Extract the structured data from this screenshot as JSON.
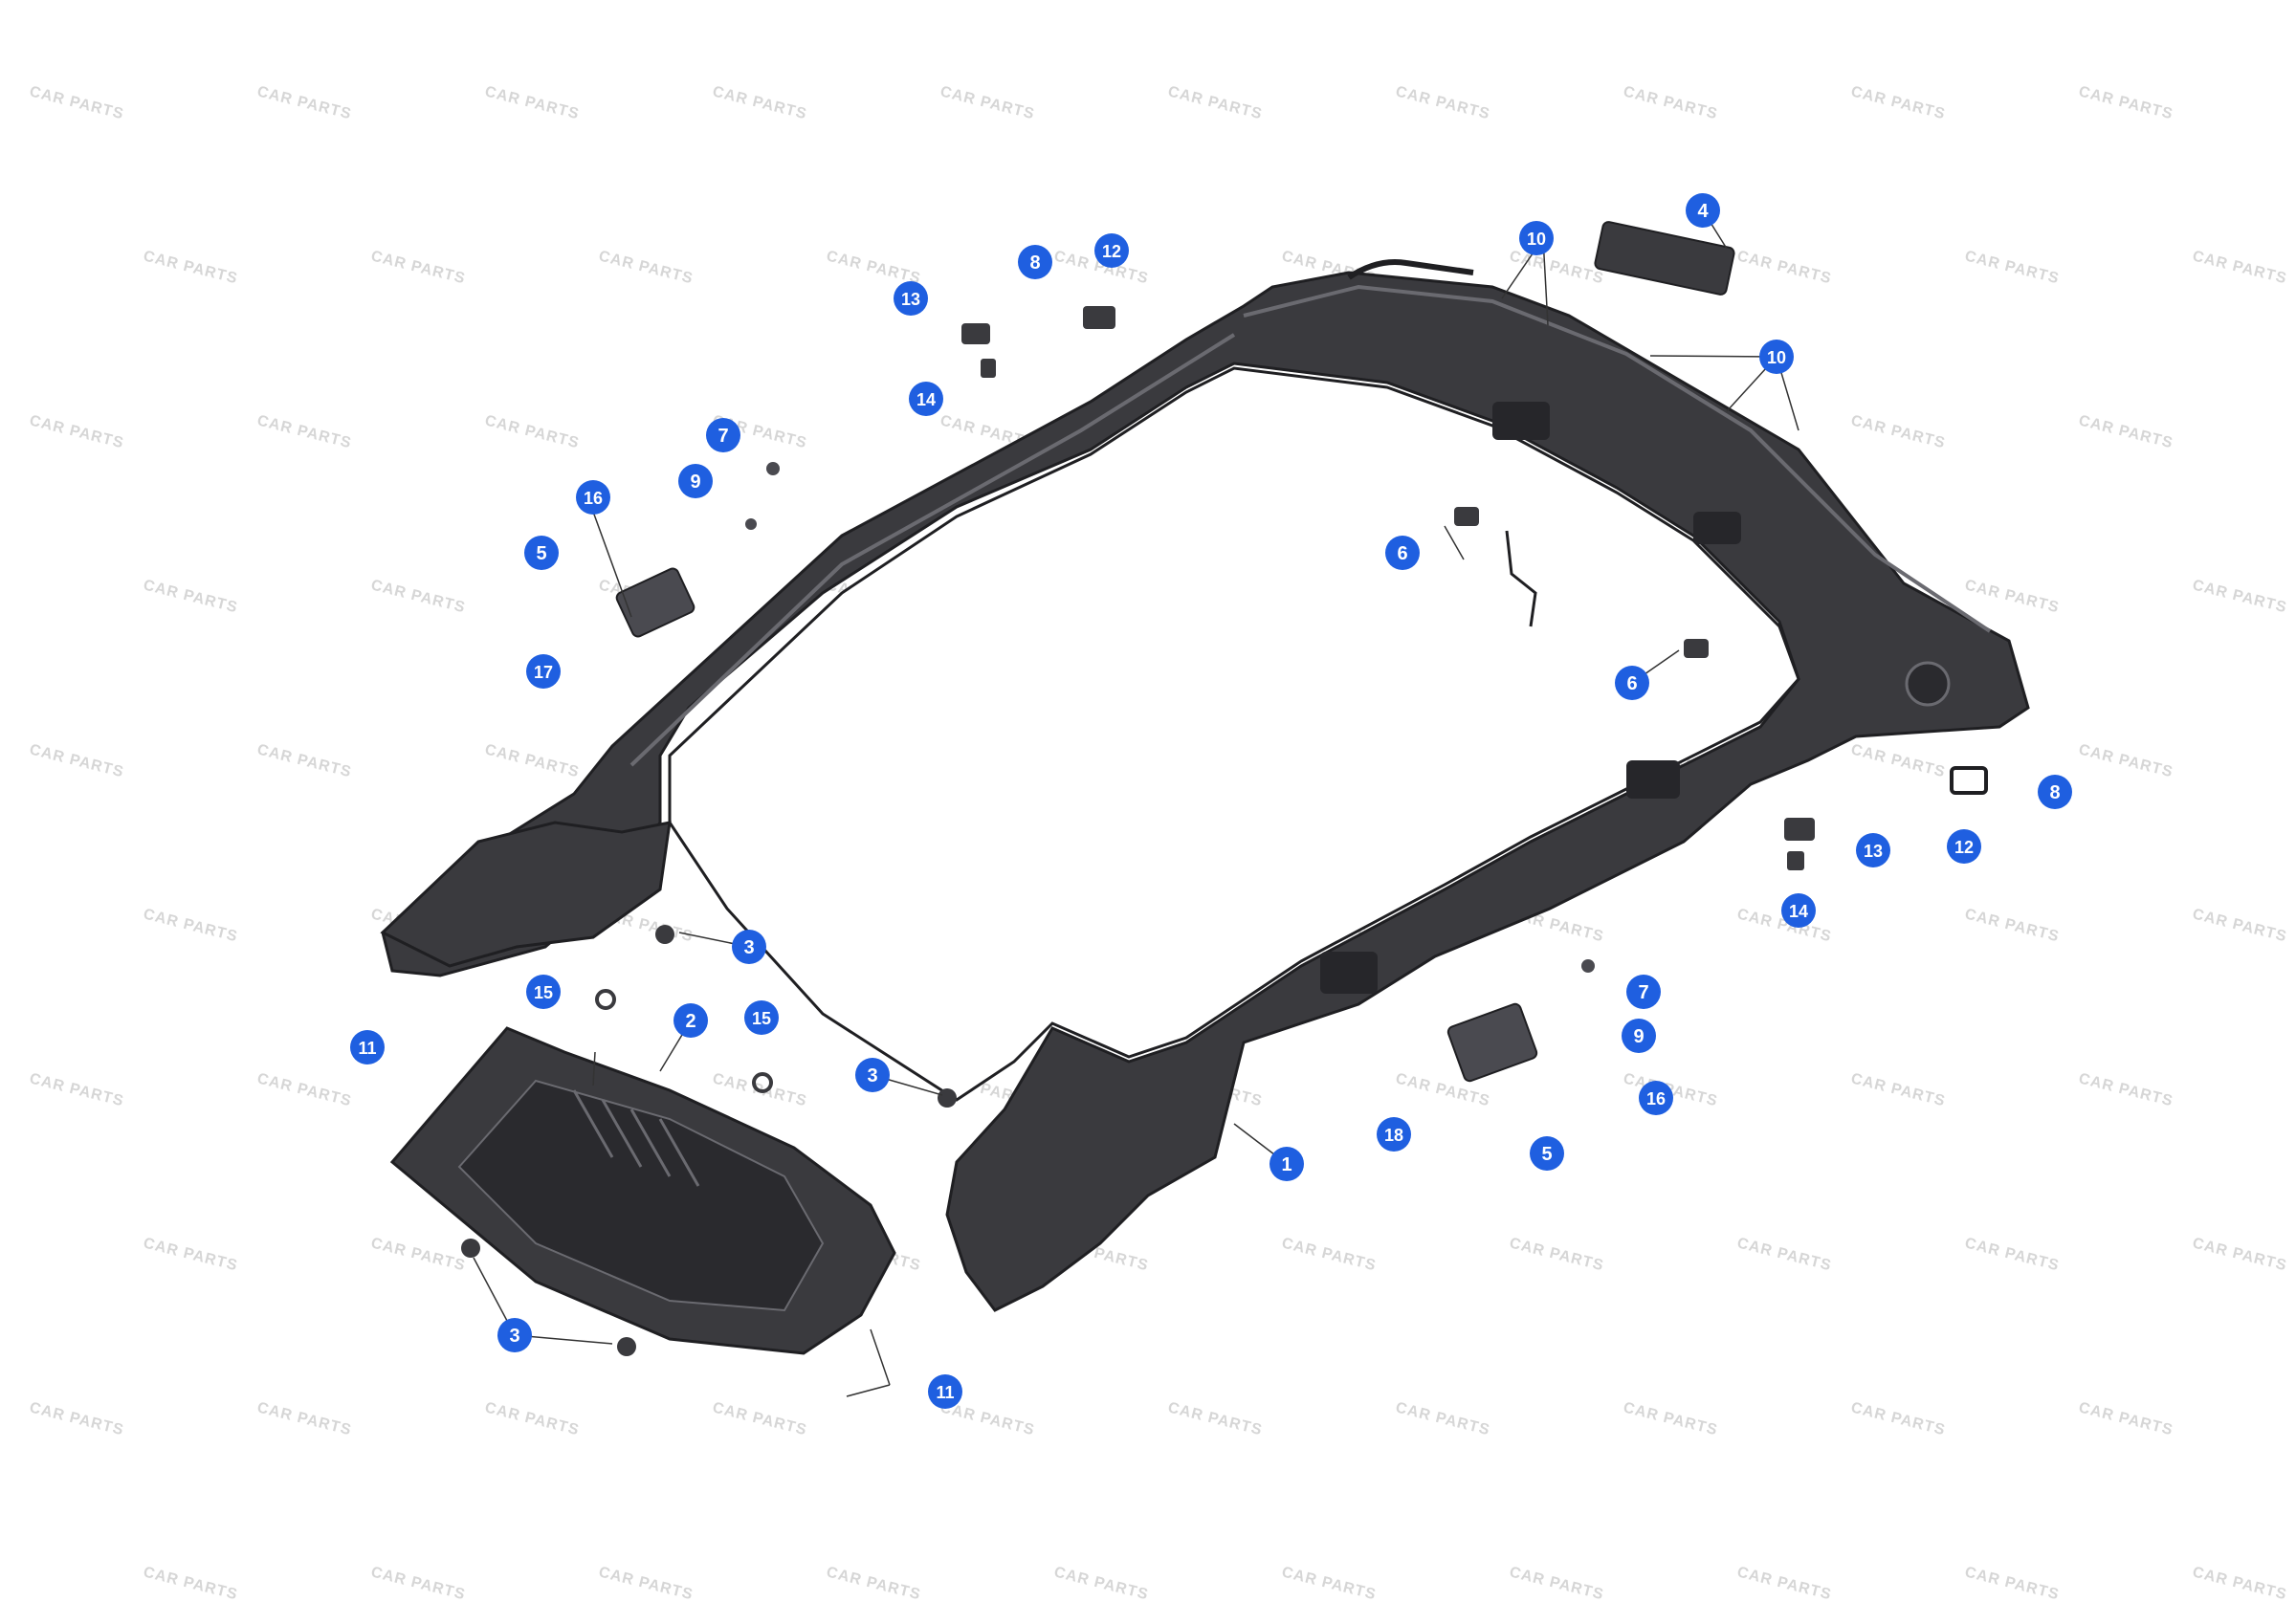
{
  "watermark": {
    "text": "CAR PARTS",
    "color": "#d6d6d6"
  },
  "colors": {
    "callout_fill": "#1f5fe0",
    "callout_text": "#ffffff",
    "part_fill": "#3a3a3e",
    "part_dark": "#1f1f22",
    "part_light": "#6a6a70",
    "leader": "#333333"
  },
  "callouts": [
    {
      "id": "c1",
      "label": "1"
    },
    {
      "id": "c2",
      "label": "2"
    },
    {
      "id": "c3a",
      "label": "3"
    },
    {
      "id": "c3b",
      "label": "3"
    },
    {
      "id": "c3c",
      "label": "3"
    },
    {
      "id": "c4",
      "label": "4"
    },
    {
      "id": "c5a",
      "label": "5"
    },
    {
      "id": "c5b",
      "label": "5"
    },
    {
      "id": "c6a",
      "label": "6"
    },
    {
      "id": "c6b",
      "label": "6"
    },
    {
      "id": "c7a",
      "label": "7"
    },
    {
      "id": "c7b",
      "label": "7"
    },
    {
      "id": "c8a",
      "label": "8"
    },
    {
      "id": "c8b",
      "label": "8"
    },
    {
      "id": "c9a",
      "label": "9"
    },
    {
      "id": "c9b",
      "label": "9"
    },
    {
      "id": "c10a",
      "label": "10"
    },
    {
      "id": "c10b",
      "label": "10"
    },
    {
      "id": "c11a",
      "label": "11"
    },
    {
      "id": "c11b",
      "label": "11"
    },
    {
      "id": "c12a",
      "label": "12"
    },
    {
      "id": "c12b",
      "label": "12"
    },
    {
      "id": "c13a",
      "label": "13"
    },
    {
      "id": "c13b",
      "label": "13"
    },
    {
      "id": "c14a",
      "label": "14"
    },
    {
      "id": "c14b",
      "label": "14"
    },
    {
      "id": "c15a",
      "label": "15"
    },
    {
      "id": "c15b",
      "label": "15"
    },
    {
      "id": "c16a",
      "label": "16"
    },
    {
      "id": "c16b",
      "label": "16"
    },
    {
      "id": "c17",
      "label": "17"
    },
    {
      "id": "c18",
      "label": "18"
    }
  ]
}
